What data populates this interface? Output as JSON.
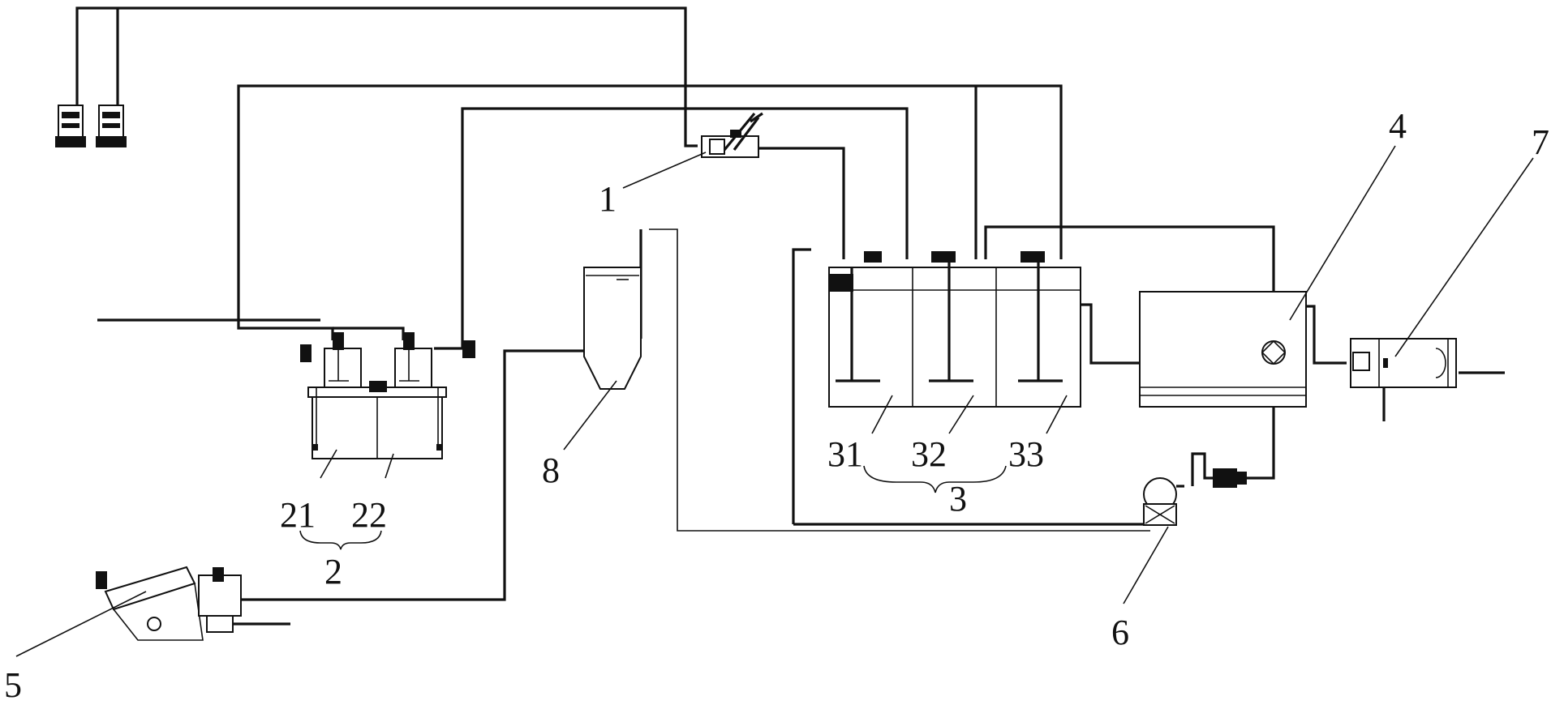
{
  "diagram": {
    "labels": {
      "n1": "1",
      "n2": "2",
      "n21": "21",
      "n22": "22",
      "n3": "3",
      "n31": "31",
      "n32": "32",
      "n33": "33",
      "n4": "4",
      "n5": "5",
      "n6": "6",
      "n7": "7",
      "n8": "8"
    }
  }
}
